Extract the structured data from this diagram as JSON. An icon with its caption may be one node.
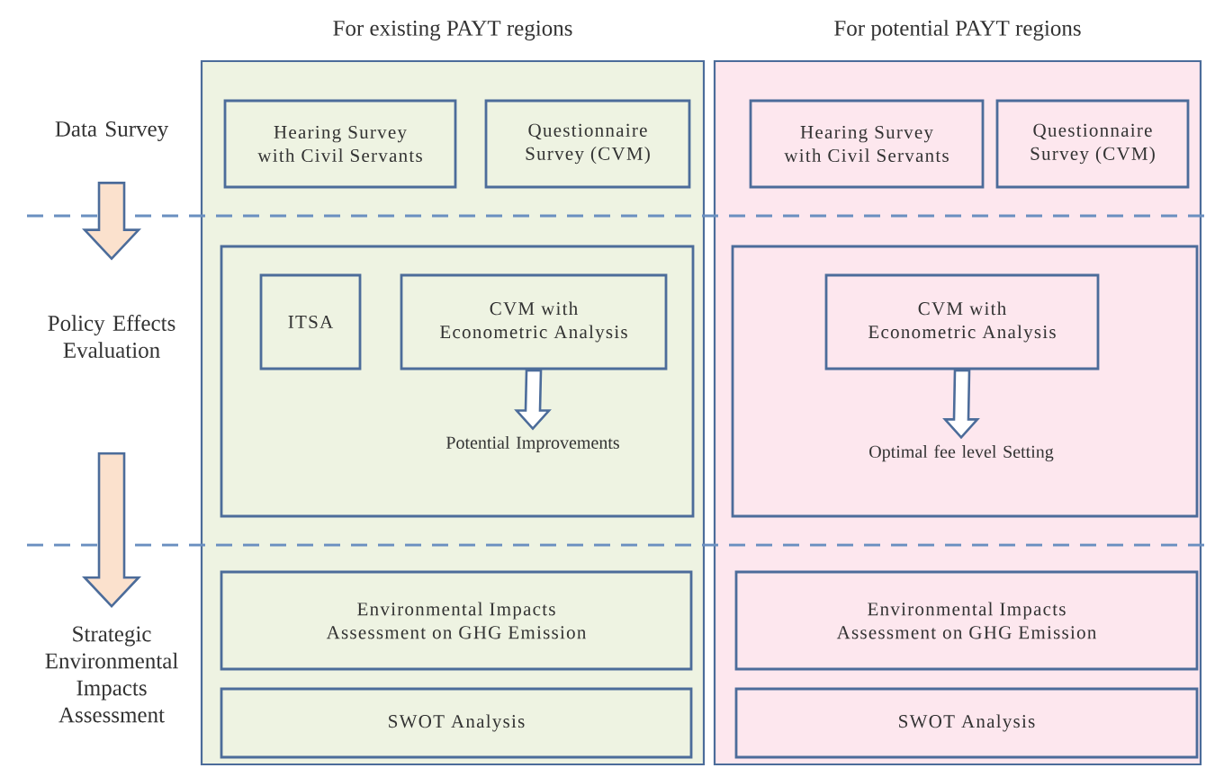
{
  "diagram": {
    "nodes": [
      {
        "text": [
          "For existing PAYT regions"
        ]
      },
      {
        "text": [
          "Hearing Survey with Civil Servants"
        ],
        "in": 0
      },
      {
        "text": [
          "Questionnaire Survey (CVM)"
        ],
        "in": 0
      },
      {
        "text": [],
        "shape": "box",
        "in": 0
      },
      {
        "text": [
          "ITSA"
        ],
        "in": 3
      },
      {
        "text": [
          "CVM with Econometric Analysis"
        ],
        "in": 3
      },
      {
        "text": [
          "Potential Improvements"
        ],
        "in": 3
      },
      {
        "text": [
          "Environmental Impacts Assessment on GHG Emission"
        ],
        "in": 0
      },
      {
        "text": [
          "SWOT Analysis"
        ],
        "in": 0
      },
      {
        "text": [
          "For potential PAYT regions"
        ]
      },
      {
        "text": [
          "Hearing Survey with Civil Servants"
        ],
        "in": 9
      },
      {
        "text": [
          "Questionnaire Survey (CVM)"
        ],
        "in": 9
      },
      {
        "text": [],
        "shape": "box",
        "in": 9
      },
      {
        "text": [
          "CVM with Econometric Analysis"
        ],
        "in": 12
      },
      {
        "text": [
          "Optimal fee level Setting"
        ],
        "in": 12
      },
      {
        "text": [
          "Environmental Impacts Assessment on GHG Emission"
        ],
        "in": 9
      },
      {
        "text": [
          "SWOT Analysis"
        ],
        "in": 9
      },
      {
        "text": [
          "Data Survey"
        ]
      },
      {
        "text": [
          "Policy Effects Evaluation"
        ]
      },
      {
        "text": [
          "Strategic Environmental Impacts Assessment"
        ]
      }
    ],
    "edges": [
      {
        "from": 17,
        "to": 18,
        "arrow": "to"
      },
      {
        "from": 18,
        "to": 19,
        "arrow": "to"
      },
      {
        "from": 5,
        "to": 6,
        "arrow": "to"
      },
      {
        "from": 13,
        "to": 14,
        "arrow": "to"
      }
    ]
  }
}
